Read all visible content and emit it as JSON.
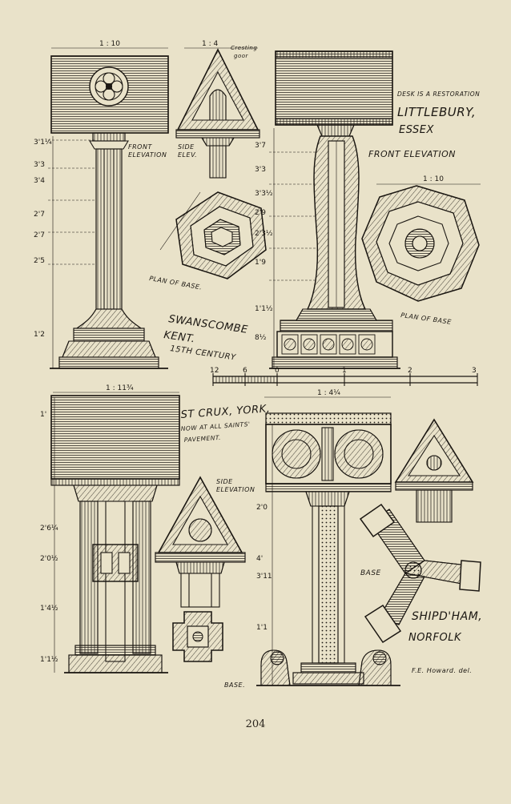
{
  "page_number": "204",
  "colors": {
    "paper": "#e9e2c9",
    "ink": "#1b1712"
  },
  "panels": {
    "swanscombe": {
      "title_1": "SWANSCOMBE",
      "title_2": "KENT.",
      "date": "15TH CENTURY",
      "front_label_1": "FRONT",
      "front_label_2": "ELEVATION",
      "side_label_1": "SIDE",
      "side_label_2": "ELEV.",
      "plan_label": "PLAN OF BASE.",
      "top_dimension": "1 : 10",
      "crest_dimension": "1 : 4",
      "cresting_note_1": "Cresting",
      "cresting_note_2": "goor",
      "dimensions": [
        "3'1¼",
        "3'3",
        "3'4",
        "2'7",
        "2'7",
        "2'5",
        "1'2"
      ]
    },
    "littlebury": {
      "note": "DESK IS A RESTORATION",
      "title_1": "LITTLEBURY,",
      "title_2": "ESSEX",
      "front_label": "FRONT ELEVATION",
      "plan_label": "PLAN OF BASE",
      "plan_dimension": "1 : 10",
      "dimensions": [
        "3'7",
        "3'3",
        "3'3½",
        "2'9",
        "2'3½",
        "1'9",
        "1'1½",
        "8½"
      ]
    },
    "scale_bar": {
      "labels": [
        "12",
        "6",
        "0",
        "1",
        "2",
        "3"
      ]
    },
    "st_crux": {
      "title": "ST CRUX, YORK,",
      "note_1": "NOW AT ALL SAINTS'",
      "note_2": "PAVEMENT.",
      "side_label_1": "SIDE",
      "side_label_2": "ELEVATION",
      "base_label": "BASE.",
      "top_dimension": "1 : 11¾",
      "dimensions": [
        "1'",
        "2'6¼",
        "2'0½",
        "1'4½",
        "1'1½"
      ]
    },
    "shipdham": {
      "title_1": "SHIPD'HAM,",
      "title_2": "NORFOLK",
      "base_label": "BASE",
      "signature": "F.E. Howard. del.",
      "top_dimension": "1 : 4¼",
      "dimensions": [
        "2'0",
        "4'",
        "3'11",
        "1'1"
      ]
    }
  }
}
